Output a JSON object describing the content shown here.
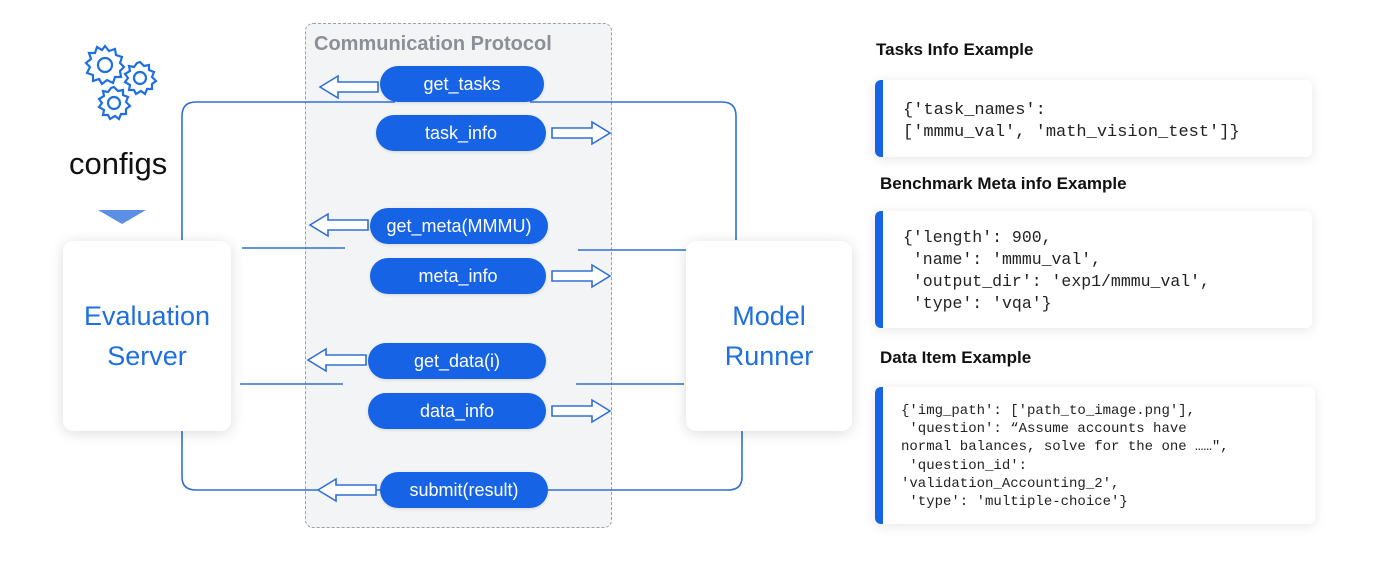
{
  "configs": {
    "label": "configs",
    "icon": "gears-icon"
  },
  "protocol": {
    "title": "Communication Protocol",
    "messages": [
      {
        "label": "get_tasks",
        "direction": "left"
      },
      {
        "label": "task_info",
        "direction": "right"
      },
      {
        "label": "get_meta(MMMU)",
        "direction": "left"
      },
      {
        "label": "meta_info",
        "direction": "right"
      },
      {
        "label": "get_data(i)",
        "direction": "left"
      },
      {
        "label": "data_info",
        "direction": "right"
      },
      {
        "label": "submit(result)",
        "direction": "left"
      }
    ]
  },
  "evaluation_server": {
    "line1": "Evaluation",
    "line2": "Server"
  },
  "model_runner": {
    "line1": "Model",
    "line2": "Runner"
  },
  "examples": {
    "tasks": {
      "title": "Tasks Info Example",
      "code": "{'task_names':\n['mmmu_val', 'math_vision_test']}"
    },
    "meta": {
      "title": "Benchmark Meta info Example",
      "code": "{'length': 900,\n 'name': 'mmmu_val',\n 'output_dir': 'exp1/mmmu_val',\n 'type': 'vqa'}"
    },
    "data": {
      "title": "Data Item Example",
      "code": "{'img_path': ['path_to_image.png'],\n 'question': “Assume accounts have\nnormal balances, solve for the one ……\",\n 'question_id':\n'validation_Accounting_2',\n 'type': 'multiple-choice'}"
    }
  },
  "colors": {
    "accent": "#1763e6",
    "node_text": "#1f6fe0",
    "line": "#2f6fd6"
  }
}
